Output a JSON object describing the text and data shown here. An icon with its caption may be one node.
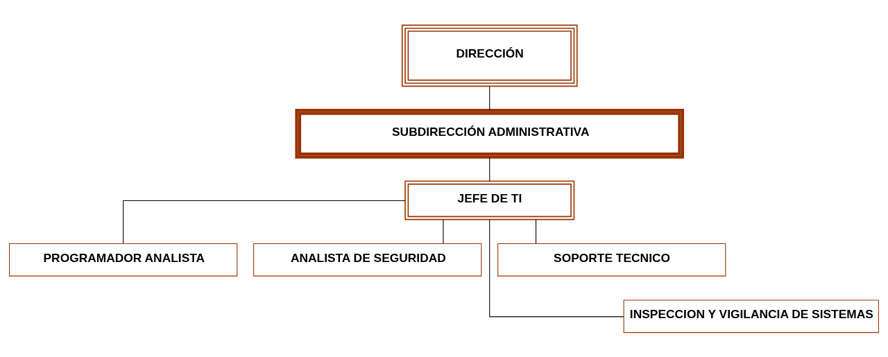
{
  "diagram": {
    "nodes": [
      {
        "text": [
          "DIRECCIÓN"
        ]
      },
      {
        "text": [
          "SUBDIRECCIÓN ADMINISTRATIVA"
        ]
      },
      {
        "text": [
          "JEFE DE TI"
        ]
      },
      {
        "text": [
          "PROGRAMADOR ANALISTA"
        ]
      },
      {
        "text": [
          "ANALISTA DE SEGURIDAD"
        ]
      },
      {
        "text": [
          "SOPORTE TECNICO"
        ]
      },
      {
        "text": [
          "INSPECCION Y VIGILANCIA DE SISTEMAS"
        ]
      }
    ],
    "edges": [
      {
        "from": 0,
        "to": 1,
        "arrow": "none"
      },
      {
        "from": 1,
        "to": 2,
        "arrow": "none"
      },
      {
        "from": 2,
        "to": 3,
        "arrow": "none"
      },
      {
        "from": 2,
        "to": 4,
        "arrow": "none"
      },
      {
        "from": 2,
        "to": 5,
        "arrow": "none"
      },
      {
        "from": 2,
        "to": 6,
        "arrow": "none"
      }
    ]
  }
}
